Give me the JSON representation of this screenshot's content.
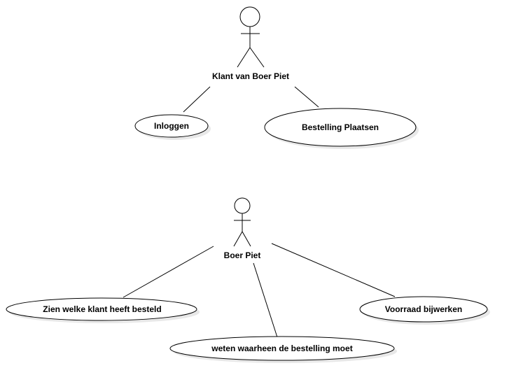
{
  "actors": {
    "klant": {
      "name": "Klant van Boer Piet"
    },
    "boer": {
      "name": "Boer Piet"
    }
  },
  "usecases": {
    "inloggen": {
      "label": "Inloggen"
    },
    "bestelling": {
      "label": "Bestelling Plaatsen"
    },
    "zien": {
      "label": "Zien welke klant heeft besteld"
    },
    "weten": {
      "label": "weten waarheen de bestelling moet"
    },
    "voorraad": {
      "label": "Voorraad bijwerken"
    }
  },
  "colors": {
    "line": "#000000",
    "fill": "#ffffff",
    "shadow": "#e8e8e8"
  }
}
